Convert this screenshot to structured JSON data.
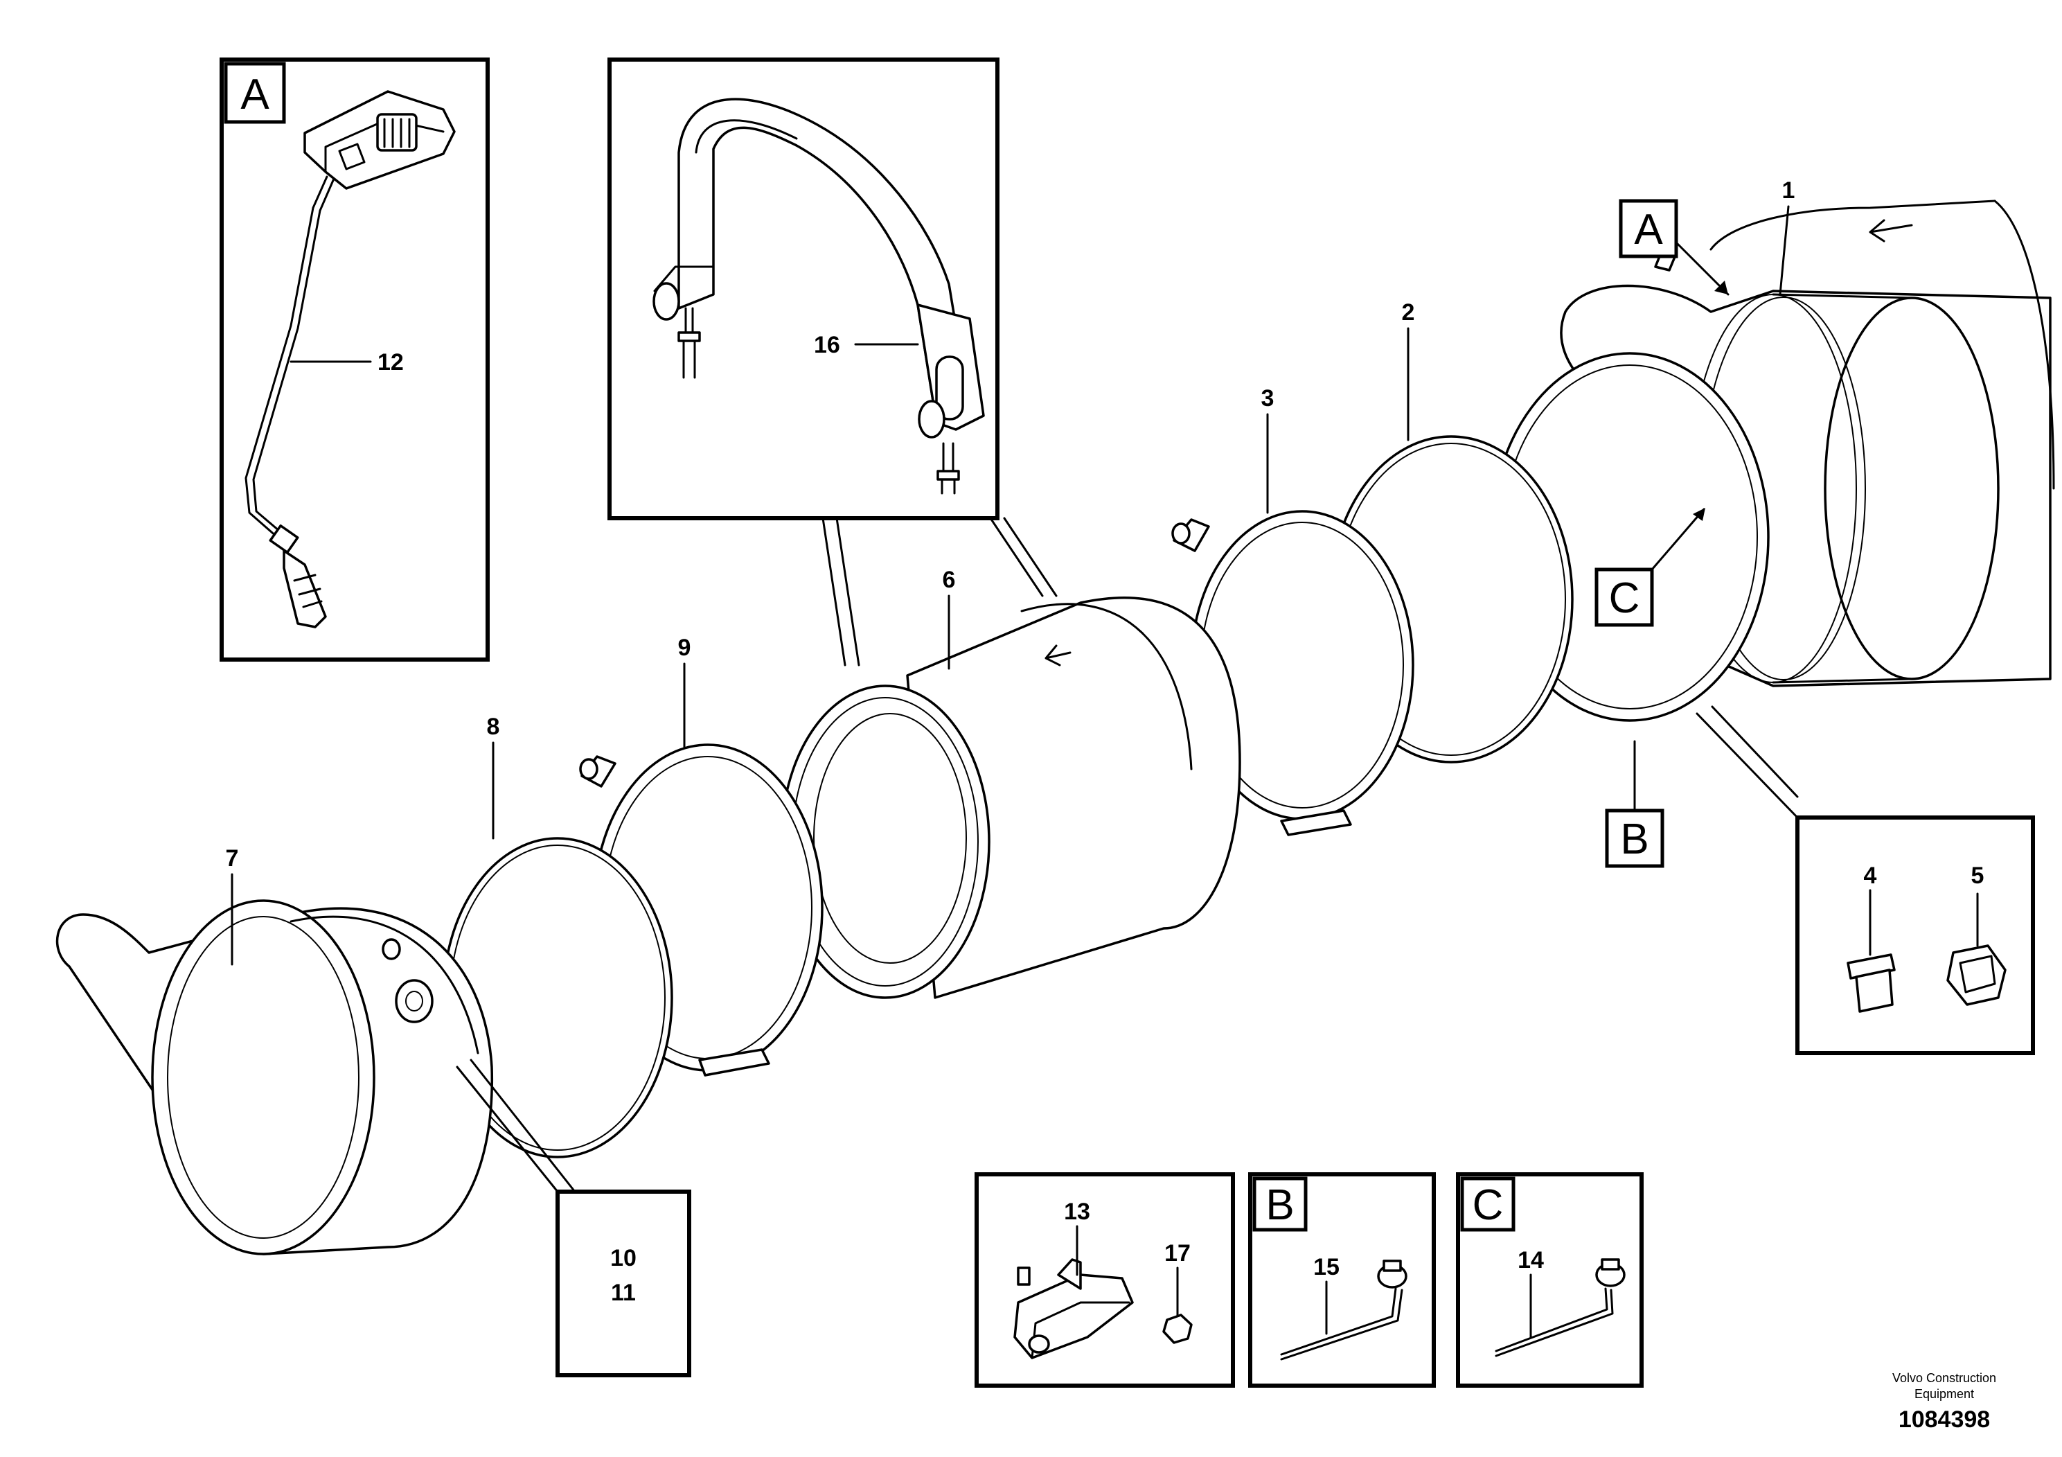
{
  "callouts": {
    "c1": "1",
    "c2": "2",
    "c3": "3",
    "c4": "4",
    "c5": "5",
    "c6": "6",
    "c7": "7",
    "c8": "8",
    "c9": "9",
    "c10": "10",
    "c11": "11",
    "c12": "12",
    "c13": "13",
    "c14": "14",
    "c15": "15",
    "c16": "16",
    "c17": "17"
  },
  "view_letters": {
    "a": "A",
    "b": "B",
    "c": "C"
  },
  "credit": {
    "line1": "Volvo Construction",
    "line2": "Equipment"
  },
  "document_number": "1084398"
}
